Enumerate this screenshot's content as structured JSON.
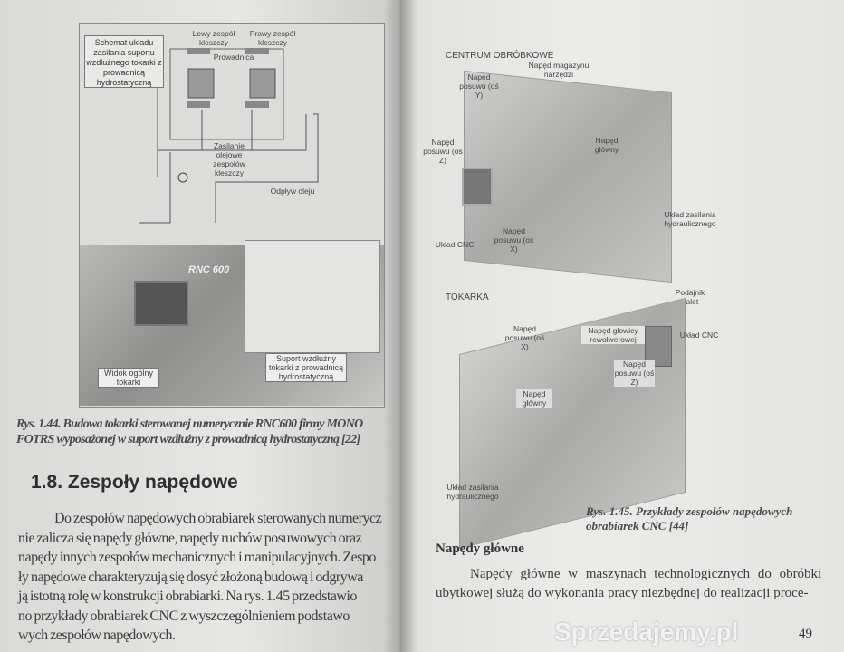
{
  "left_page": {
    "figure_1_44": {
      "schematic_title": "Schemat układu zasilania suportu wzdłużnego tokarki z prowadnicą hydrostatyczną",
      "labels": [
        "Lewy zespół kleszczy",
        "Prawy zespół kleszczy",
        "Prowadnica",
        "Zasilanie olejowe zespołów kleszczy",
        "Odpływ oleju",
        "Widok ogólny tokarki",
        "Suport wzdłużny tokarki z prowadnicą hydrostatyczną"
      ],
      "machine_logo": "RNC 600",
      "caption_line1": "Rys. 1.44. Budowa tokarki sterowanej numerycznie RNC600 firmy MONO",
      "caption_line2": "FOTRS wyposażonej w suport wzdłużny z prowadnicą hydrostatyczną [22]"
    },
    "heading": "1.8. Zespoły napędowe",
    "paragraph": [
      "Do zespołów napędowych obrabiarek sterowanych numerycz",
      "nie zalicza się napędy główne, napędy ruchów posuwowych oraz",
      "napędy innych zespołów mechanicznych i manipulacyjnych. Zespo",
      "ły napędowe charakteryzują się dosyć złożoną budową i odgrywa",
      "ją istotną rolę w konstrukcji obrabiarki. Na rys. 1.45 przedstawio",
      "no przykłady obrabiarek CNC z wyszczególnieniem podstawo",
      "wych zespołów napędowych."
    ]
  },
  "right_page": {
    "figure_1_45": {
      "section1": "CENTRUM OBRÓBKOWE",
      "section1_labels": [
        "Napęd magazynu narzędzi",
        "Napęd posuwu (oś Y)",
        "Napęd posuwu (oś Z)",
        "Napęd główny",
        "Układ CNC",
        "Napęd posuwu (oś X)",
        "Układ zasilania hydraulicznego",
        "Podajnik palet"
      ],
      "section2": "TOKARKA",
      "section2_labels": [
        "Napęd posuwu (oś X)",
        "Napęd głowicy rewolwerowej",
        "Układ CNC",
        "Napęd posuwu (oś Z)",
        "Napęd główny",
        "Układ zasilania hydraulicznego"
      ],
      "caption_line1": "Rys. 1.45. Przykłady zespołów napędowych",
      "caption_line2": "obrabiarek CNC [44]"
    },
    "subheading": "Napędy główne",
    "paragraph": [
      "Napędy główne w maszynach technologicznych do obróbki",
      "ubytkowej służą do wykonania pracy niezbędnej do realizacji proce-"
    ],
    "page_number": "49"
  },
  "watermark": "Sprzedajemy.pl"
}
